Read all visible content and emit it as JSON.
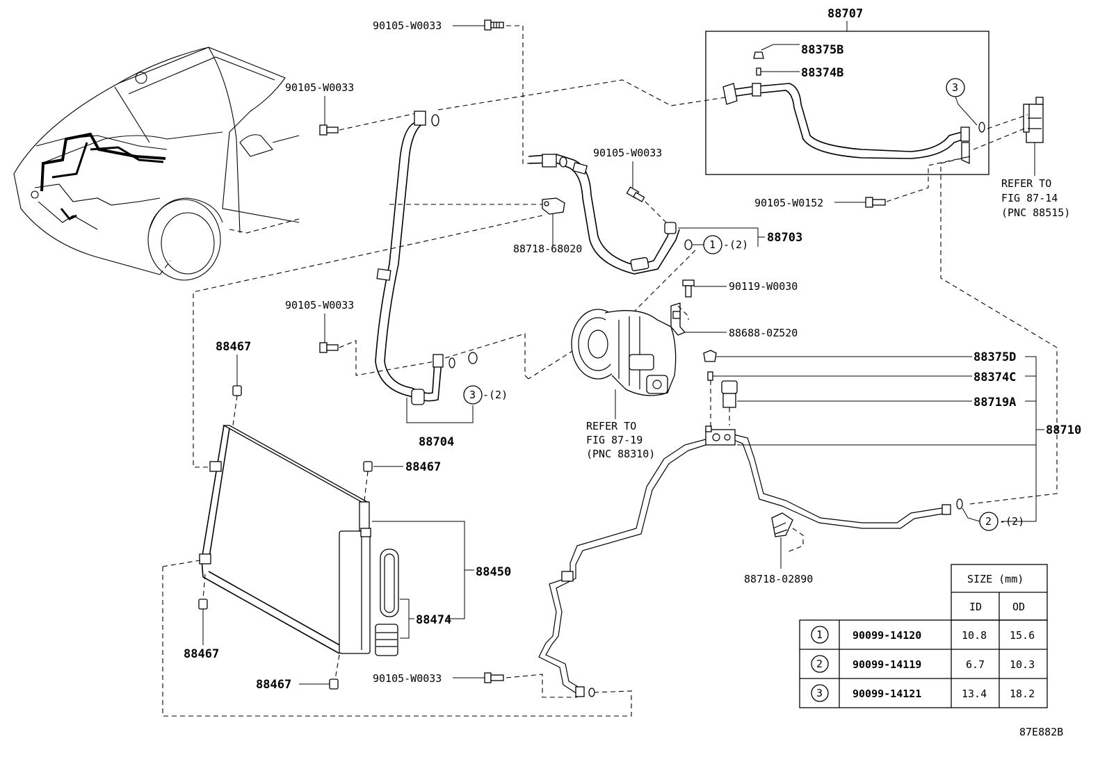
{
  "labels": {
    "p88707": "88707",
    "p88375B": "88375B",
    "p88374B": "88374B",
    "bolt_top": "90105-W0033",
    "bolt_left": "90105-W0033",
    "bolt_mid": "90105-W0033",
    "bolt_left2": "90105-W0033",
    "bolt_bottom": "90105-W0033",
    "bolt_w0152": "90105-W0152",
    "p88718_68020": "88718-68020",
    "p88703": "88703",
    "ring1_qty": "-(2)",
    "p90119": "90119-W0030",
    "p88688": "88688-0Z520",
    "p88375D": "88375D",
    "p88374C": "88374C",
    "p88719A": "88719A",
    "p88710": "88710",
    "p88704": "88704",
    "ring3_qty": "-(2)",
    "p88467_a": "88467",
    "p88467_b": "88467",
    "p88467_c": "88467",
    "p88467_d": "88467",
    "p88450": "88450",
    "p88474": "88474",
    "ring2_qty": "-(2)",
    "p88718_02890": "88718-02890",
    "ref_87_14": [
      "REFER TO",
      "FIG 87-14",
      "(PNC 88515)"
    ],
    "ref_87_19": [
      "REFER TO",
      "FIG 87-19",
      "(PNC 88310)"
    ],
    "ring_num_1": "1",
    "ring_num_2": "2",
    "ring_num_3": "3",
    "ring_num_3b": "3",
    "figure_code": "87E882B"
  },
  "size_table": {
    "header": "SIZE (mm)",
    "col_id": "ID",
    "col_od": "OD",
    "rows": [
      {
        "ref": "1",
        "part": "90099-14120",
        "id": "10.8",
        "od": "15.6"
      },
      {
        "ref": "2",
        "part": "90099-14119",
        "id": "6.7",
        "od": "10.3"
      },
      {
        "ref": "3",
        "part": "90099-14121",
        "id": "13.4",
        "od": "18.2"
      }
    ]
  },
  "icons": [
    "car-front-icon",
    "compressor-icon",
    "condenser-icon",
    "receiver-dryer-icon",
    "o-ring-icon",
    "bolt-icon",
    "bracket-icon",
    "switch-icon"
  ]
}
